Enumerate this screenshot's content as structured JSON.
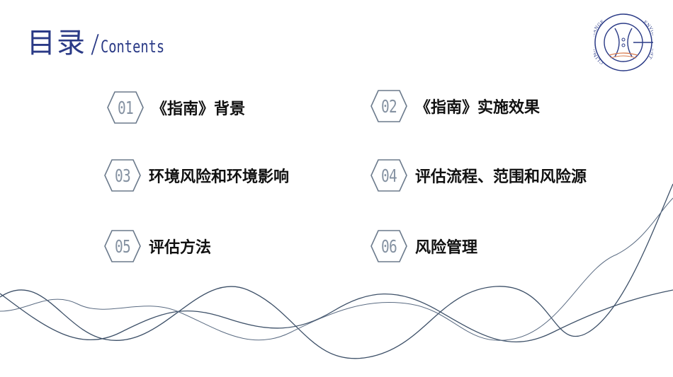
{
  "header": {
    "title": "目录",
    "slash": "/",
    "subtitle": "Contents"
  },
  "logo": {
    "icon": "climate-change-environment-emblem",
    "text_left": "CLIMATE CHANGE",
    "text_right": "ENVIRONMENT"
  },
  "toc": {
    "items": [
      {
        "num": "01",
        "label": "《指南》背景"
      },
      {
        "num": "02",
        "label": "《指南》实施效果"
      },
      {
        "num": "03",
        "label": "环境风险和环境影响"
      },
      {
        "num": "04",
        "label": "评估流程、范围和风险源"
      },
      {
        "num": "05",
        "label": "评估方法"
      },
      {
        "num": "06",
        "label": "风险管理"
      }
    ]
  },
  "colors": {
    "title": "#2a3a86",
    "hex_stroke": "#6b7a8c",
    "hex_number": "#8592a2",
    "label": "#111111",
    "wave": "#3d5068"
  }
}
